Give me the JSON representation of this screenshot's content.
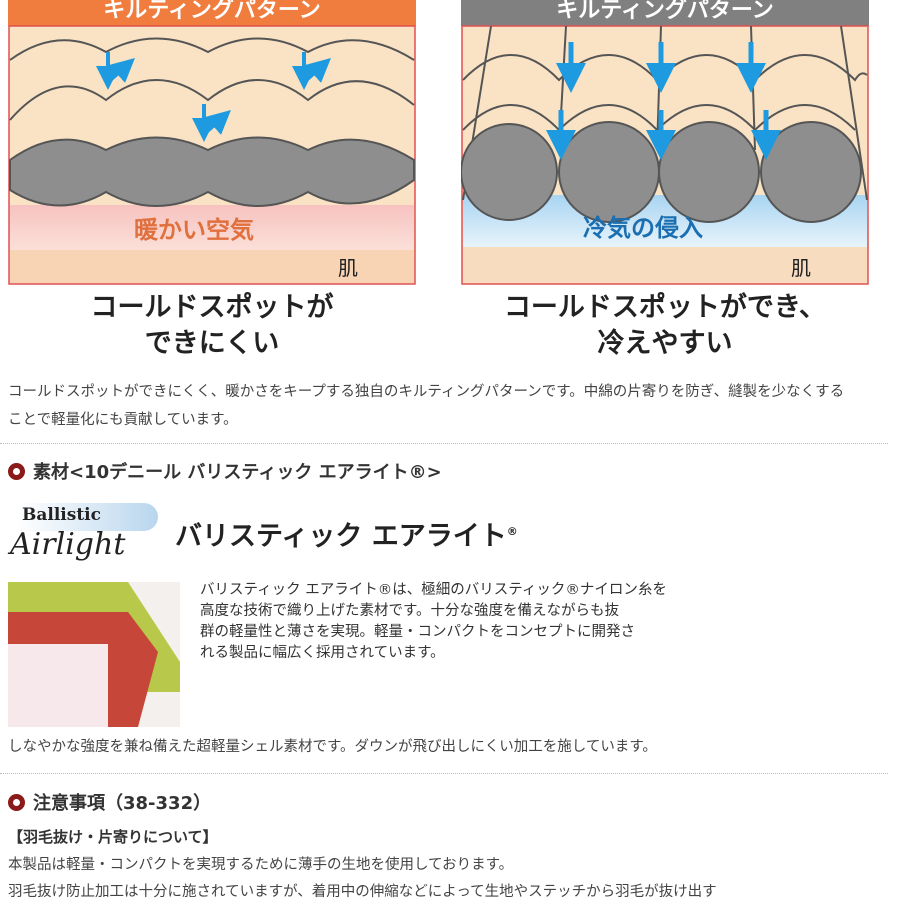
{
  "diagrams": {
    "left": {
      "header": "キルティングパターン",
      "air_label": "暖かい空気",
      "skin_label": "肌",
      "caption": [
        "コールドスポットが",
        "できにくい"
      ],
      "header_color": "#f07c3e"
    },
    "right": {
      "header": "キルティングパターン",
      "air_label": "冷気の侵入",
      "skin_label": "肌",
      "caption": [
        "コールドスポットができ、",
        "冷えやすい"
      ],
      "header_color": "#808080"
    }
  },
  "quilting_description": "コールドスポットができにくく、暖かさをキープする独自のキルティングパターンです。中綿の片寄りを防ぎ、縫製を少なくすることで軽量化にも貢献しています。",
  "material_section": {
    "heading": "素材<10デニール バリスティック エアライト®>",
    "logo_text": [
      "Ballistic",
      "Airlight"
    ],
    "product_title": "バリスティック エアライト",
    "registered_mark": "®",
    "spec_text": [
      "バリスティック エアライト®は、極細のバリスティック®ナイロン糸を",
      "高度な技術で織り上げた素材です。十分な強度を備えながらも抜",
      "群の軽量性と薄さを実現。軽量・コンパクトをコンセプトに開発さ",
      "れる製品に幅広く採用されています。"
    ],
    "summary": "しなやかな強度を兼ね備えた超軽量シェル素材です。ダウンが飛び出しにくい加工を施しています。"
  },
  "notes_section": {
    "heading": "注意事項（38-332）",
    "subheading": "【羽毛抜け・片寄りについて】",
    "lines": [
      "本製品は軽量・コンパクトを実現するために薄手の生地を使用しております。",
      "羽毛抜け防止加工は十分に施されていますが、着用中の伸縮などによって生地やステッチから羽毛が抜け出す"
    ]
  },
  "colors": {
    "accent": "#8b1a1a",
    "arrow": "#1e9be0"
  }
}
